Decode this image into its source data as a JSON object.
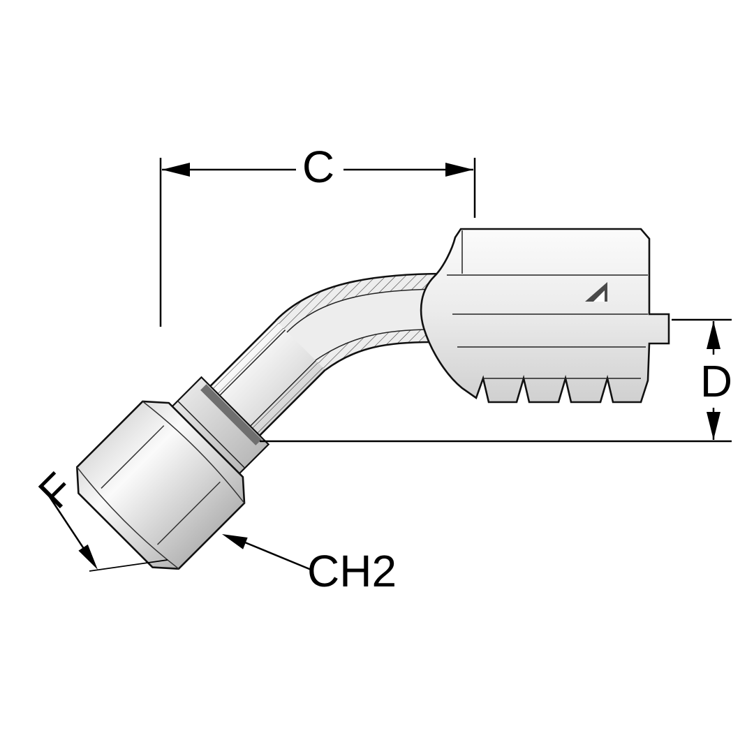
{
  "diagram": {
    "figure": "hydraulic-hose-fitting-45-degree-elbow-cross-section",
    "labels": {
      "c": "C",
      "d": "D",
      "f": "F",
      "ch2": "CH2"
    },
    "colors": {
      "line": "#000000",
      "background": "#ffffff",
      "metal_light": "#fafafa",
      "metal_mid": "#e8e8e8",
      "metal_dark": "#b5b5b5",
      "groove_dark": "#6f6f6f"
    },
    "icons": {
      "brand_logo": "triangle-brand-logo"
    }
  }
}
